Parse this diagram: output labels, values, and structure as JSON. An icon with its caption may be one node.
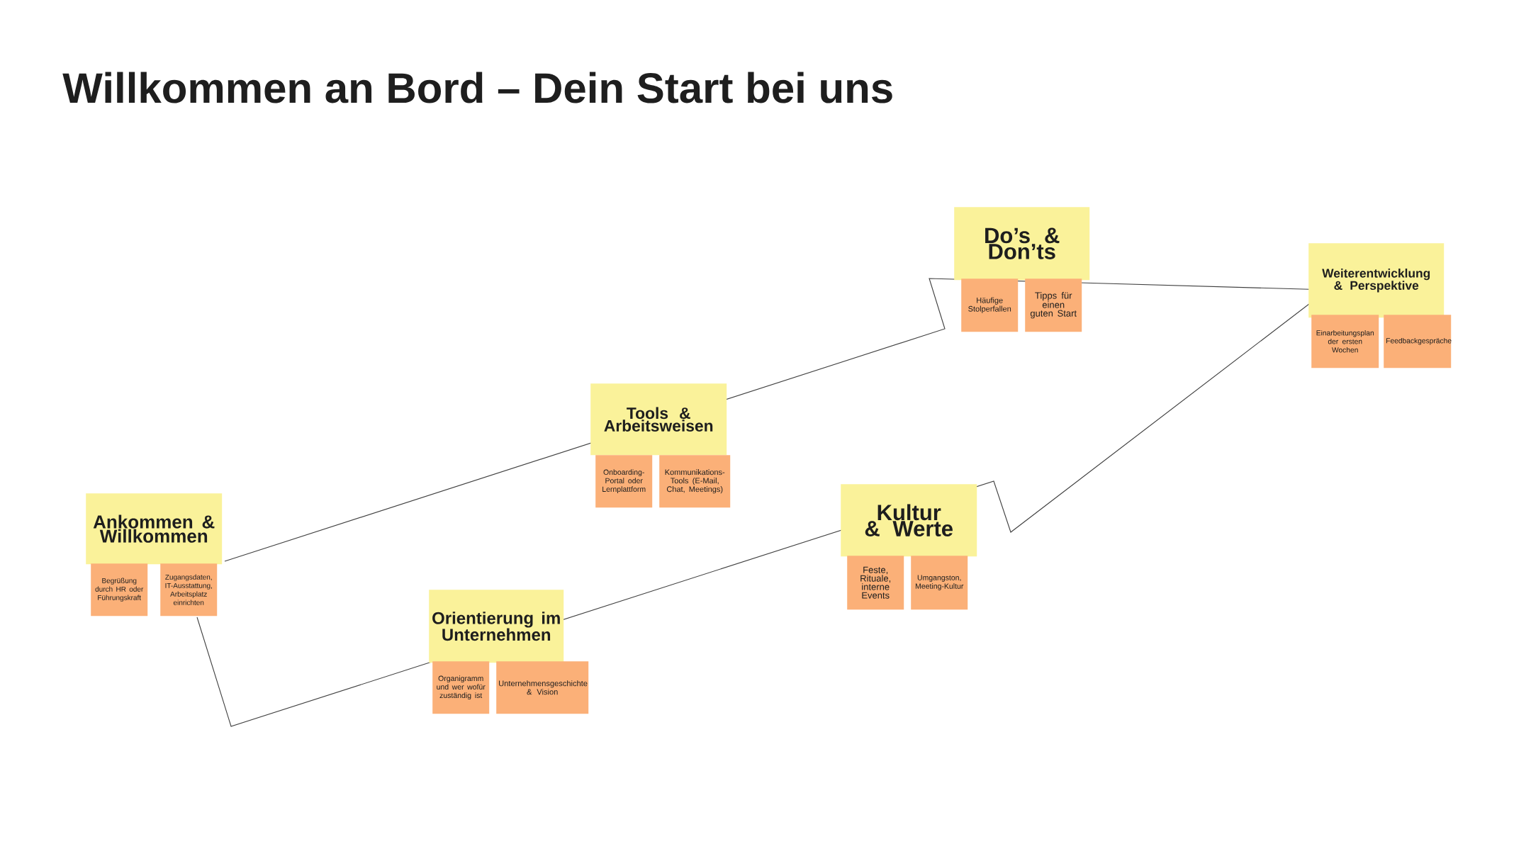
{
  "diagram": {
    "title": "Willkommen an Bord – Dein Start bei uns",
    "nodes": [
      {
        "text": [
          "Ankommen & Willkommen"
        ]
      },
      {
        "text": [
          "Begrüßung durch HR oder Führungskraft"
        ]
      },
      {
        "text": [
          "Zugangsdaten, IT-Ausstattung, Arbeitsplatz einrichten"
        ]
      },
      {
        "text": [
          "Orientierung im Unternehmen"
        ]
      },
      {
        "text": [
          "Organigramm und wer wofür zuständig ist"
        ]
      },
      {
        "text": [
          "Unternehmensgeschichte & Vision"
        ]
      },
      {
        "text": [
          "Tools & Arbeitsweisen"
        ]
      },
      {
        "text": [
          "Onboarding-Portal oder Lernplattform"
        ]
      },
      {
        "text": [
          "Kommunikations-Tools (E-Mail, Chat, Meetings)"
        ]
      },
      {
        "text": [
          "Kultur & Werte"
        ]
      },
      {
        "text": [
          "Feste, Rituale, interne Events"
        ]
      },
      {
        "text": [
          "Umgangston, Meeting-Kultur"
        ]
      },
      {
        "text": [
          "Do’s & Don’ts"
        ]
      },
      {
        "text": [
          "Häufige Stolperfallen"
        ]
      },
      {
        "text": [
          "Tipps für einen guten Start"
        ]
      },
      {
        "text": [
          "Weiterentwicklung & Perspektive"
        ]
      },
      {
        "text": [
          "Einarbeitungsplan der ersten Wochen"
        ]
      },
      {
        "text": [
          "Feedbackgespräche"
        ]
      }
    ],
    "edges": []
  }
}
